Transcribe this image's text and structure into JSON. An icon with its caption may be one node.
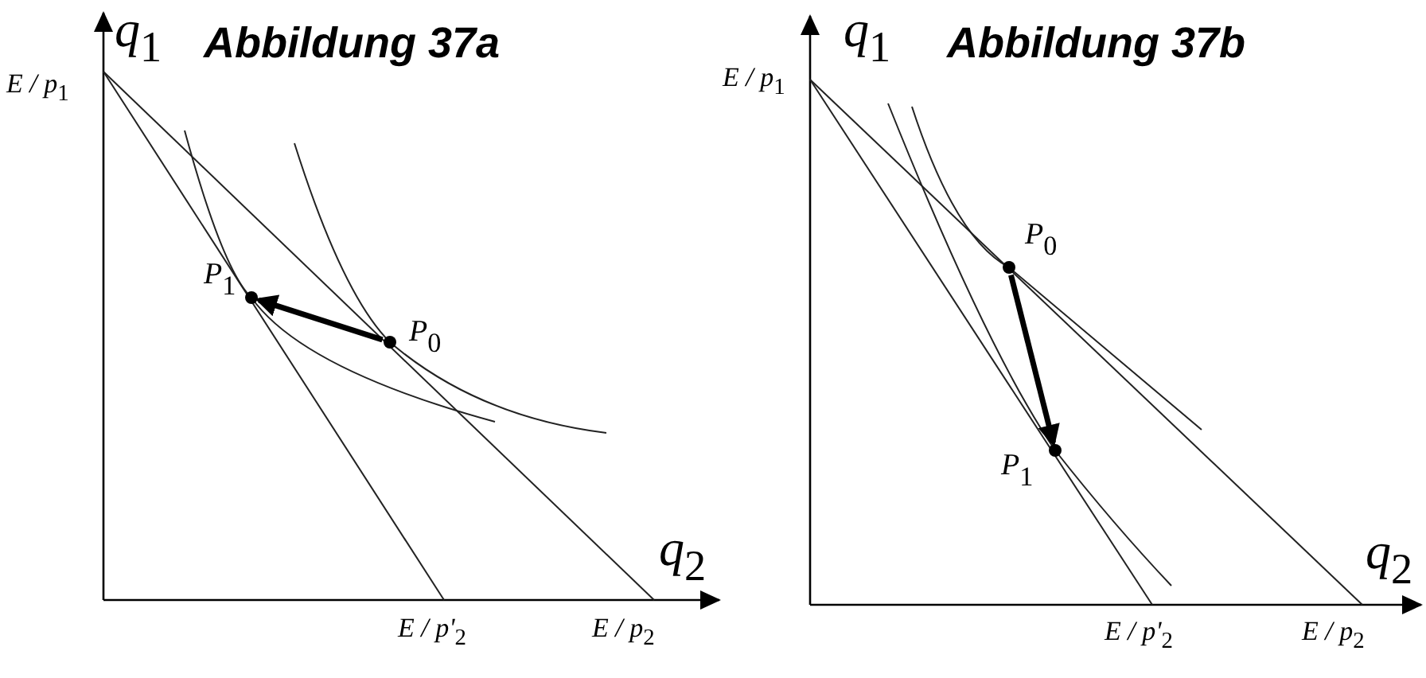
{
  "diagram": {
    "nodes": [
      {
        "text": [],
        "shape": "circle",
        "beside": [
          "P$_{0}$"
        ]
      },
      {
        "text": [],
        "shape": "circle",
        "beside": [
          "P$_{1}$"
        ]
      },
      {
        "text": [],
        "shape": "circle",
        "beside": [
          "P$_{0}$"
        ]
      },
      {
        "text": [],
        "shape": "circle",
        "beside": [
          "P$_{1}$"
        ]
      }
    ],
    "edges": [
      {
        "from": 0,
        "to": 1,
        "arrow": "to"
      },
      {
        "from": 2,
        "to": 3,
        "arrow": "to"
      }
    ],
    "labels": [
      "q$_{1}$",
      "Abbildung 37a",
      "E / p$_{1}$",
      "q$_{2}$",
      "E / p'$_{2}$",
      "E / p$_{2}$",
      "q$_{1}$",
      "Abbildung 37b",
      "E / p$_{1}$",
      "q$_{2}$",
      "E / p'$_{2}$",
      "E / p$_{2}$"
    ]
  }
}
